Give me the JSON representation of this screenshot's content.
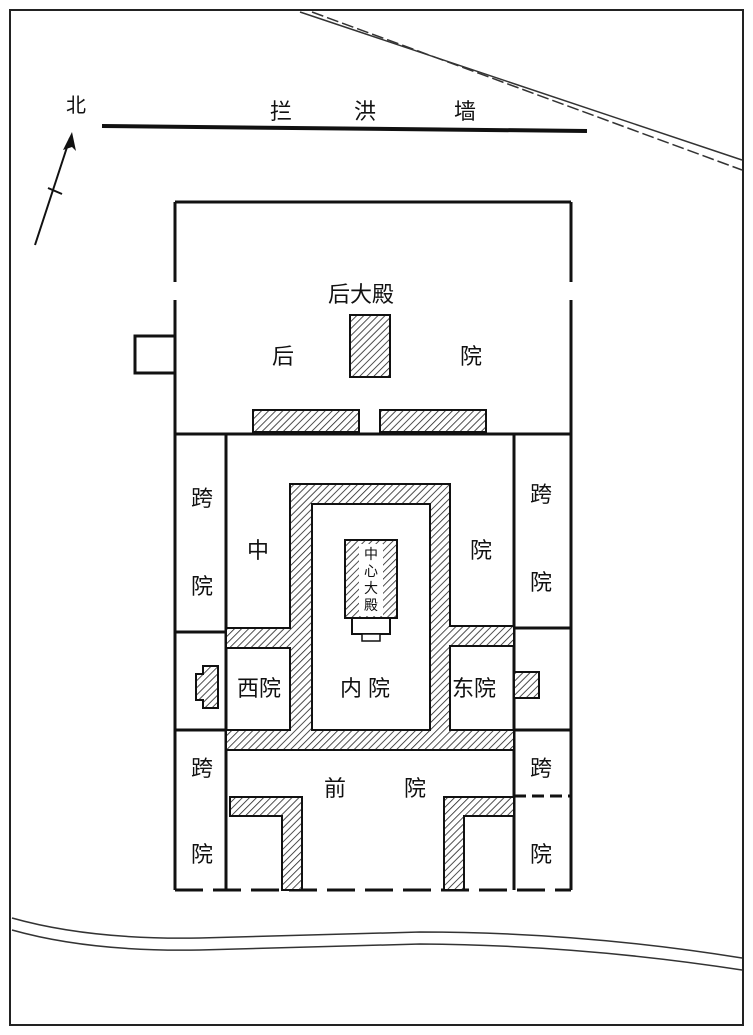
{
  "north": {
    "label": "北"
  },
  "flood_wall": {
    "chars": [
      "拦",
      "洪",
      "墙"
    ]
  },
  "rear_court": {
    "hall_label": "后大殿",
    "left_char": "后",
    "right_char": "院"
  },
  "middle_court": {
    "left_char": "中",
    "right_char": "院"
  },
  "central_hall": {
    "chars": [
      "中",
      "心",
      "大",
      "殿"
    ]
  },
  "inner_court": {
    "label": "内院"
  },
  "west_court": {
    "label": "西院"
  },
  "east_court": {
    "label": "东院"
  },
  "front_court": {
    "left_char": "前",
    "right_char": "院"
  },
  "side_courts": {
    "west_upper": [
      "跨",
      "院"
    ],
    "west_lower": [
      "跨",
      "院"
    ],
    "east_upper": [
      "跨",
      "院"
    ],
    "east_lower": [
      "跨",
      "院"
    ]
  }
}
